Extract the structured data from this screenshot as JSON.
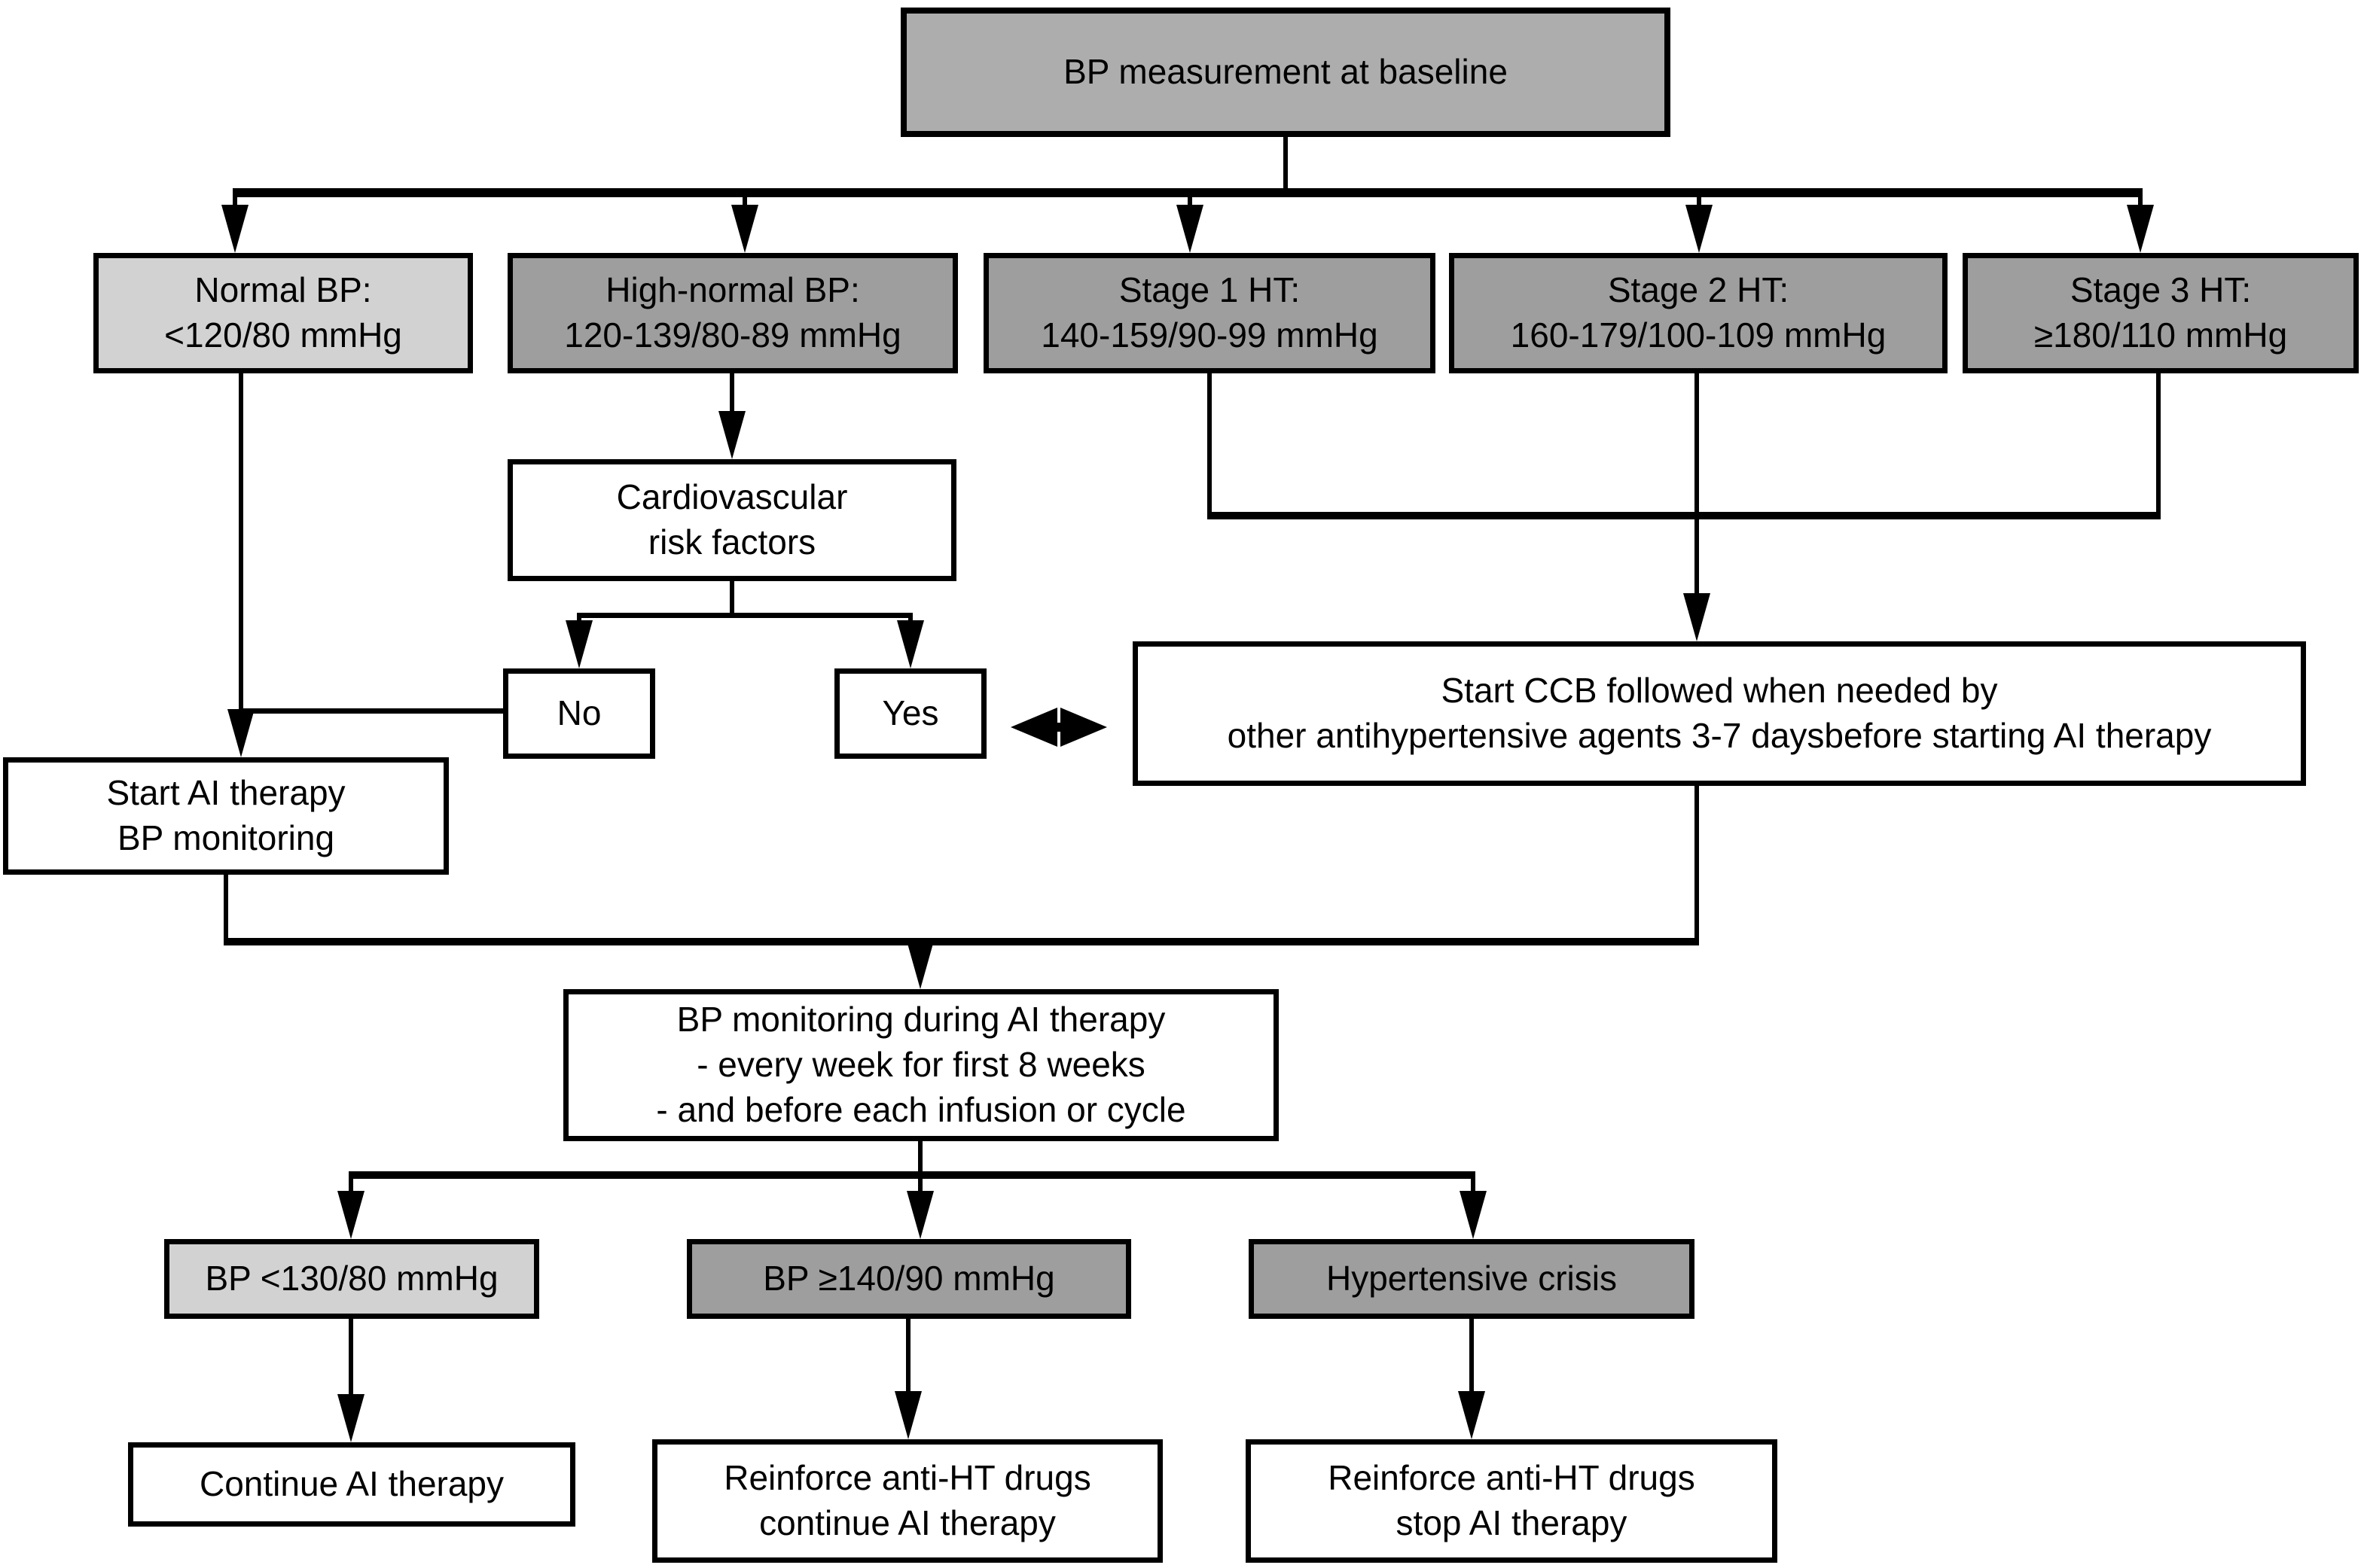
{
  "nodes": {
    "baseline": "BP measurement at baseline",
    "normal_bp": "Normal BP:\n<120/80 mmHg",
    "high_normal_bp": "High-normal BP:\n120-139/80-89 mmHg",
    "stage1_ht": "Stage 1 HT:\n140-159/90-99 mmHg",
    "stage2_ht": "Stage 2 HT:\n160-179/100-109 mmHg",
    "stage3_ht": "Stage 3 HT:\n≥180/110 mmHg",
    "cv_risk_factors": "Cardiovascular\nrisk factors",
    "no": "No",
    "yes": "Yes",
    "start_ccb": "Start CCB followed when needed by\nother antihypertensive agents 3-7 daysbefore starting AI therapy",
    "start_ai": "Start AI therapy\nBP monitoring",
    "bp_monitoring": "BP monitoring during AI therapy\n- every week for first 8 weeks\n- and before each infusion or cycle",
    "bp_below_130_80": "BP <130/80 mmHg",
    "bp_over_140_90": "BP ≥140/90 mmHg",
    "hypertensive_crisis": "Hypertensive crisis",
    "continue_ai": "Continue AI therapy",
    "reinforce_continue": "Reinforce anti-HT drugs\ncontinue AI therapy",
    "reinforce_stop": "Reinforce anti-HT drugs\nstop AI therapy"
  },
  "colors": {
    "box_gray": "#ADADAD",
    "box_dark_gray": "#9E9E9E",
    "box_light_gray": "#D2D2D2",
    "box_white": "#FFFFFF",
    "line_black": "#000000"
  }
}
